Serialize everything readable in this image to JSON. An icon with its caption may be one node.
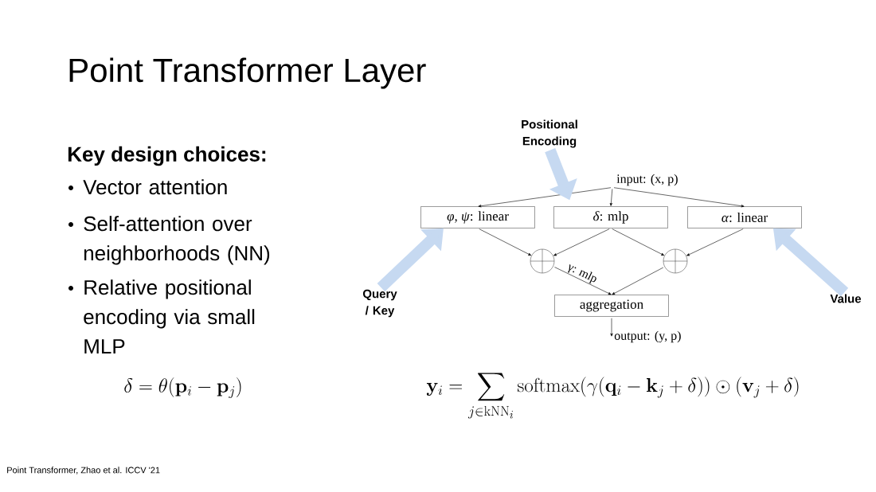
{
  "diagram": {
    "title": "Point Transformer Layer",
    "nodes": [
      {
        "text": [
          "input: (x, p)"
        ]
      },
      {
        "text": [
          "*φ, ψ*: linear"
        ]
      },
      {
        "text": [
          "*δ*: mlp"
        ]
      },
      {
        "text": [
          "*α*: linear"
        ]
      },
      {
        "text": [],
        "shape": "circle"
      },
      {
        "text": [],
        "shape": "circle"
      },
      {
        "text": [
          "aggregation"
        ]
      },
      {
        "text": [
          "output: (y, p)"
        ]
      },
      {
        "text": [
          "Positional Encoding"
        ]
      },
      {
        "text": [
          "Query / Key"
        ]
      },
      {
        "text": [
          "Value"
        ]
      }
    ],
    "edges": [
      {
        "from": 0,
        "to": 1,
        "arrow": "to"
      },
      {
        "from": 0,
        "to": 2,
        "arrow": "to"
      },
      {
        "from": 0,
        "to": 3,
        "arrow": "to"
      },
      {
        "from": 1,
        "to": 4,
        "arrow": "to"
      },
      {
        "from": 2,
        "to": 4,
        "arrow": "to"
      },
      {
        "from": 2,
        "to": 5,
        "arrow": "to"
      },
      {
        "from": 3,
        "to": 5,
        "arrow": "to"
      },
      {
        "from": 4,
        "to": 6,
        "arrow": "to",
        "label": "γ: mlp"
      },
      {
        "from": 5,
        "to": 6,
        "arrow": "to"
      },
      {
        "from": 6,
        "to": 7,
        "arrow": "to"
      },
      {
        "from": 8,
        "to": 2,
        "arrow": "to",
        "style": "thick",
        "color": "#c6d9f1"
      },
      {
        "from": 9,
        "to": 1,
        "arrow": "to",
        "style": "thick",
        "color": "#c6d9f1"
      },
      {
        "from": 10,
        "to": 3,
        "arrow": "to",
        "style": "thick",
        "color": "#c6d9f1"
      }
    ],
    "labels": [
      "Key design choices:",
      "Vector attention",
      "Self-attention over neighborhoods (NN)",
      "Relative positional encoding via small MLP",
      "\\delta = \\theta(\\mathbf{p}_i - \\mathbf{p}_j)",
      "\\mathbf{y}_i = \\sum_{j \\in \\mathrm{kNN}_i} \\mathrm{softmax}(\\gamma(\\mathbf{q}_i - \\mathbf{k}_j + \\delta)) \\odot (\\mathbf{v}_j + \\delta)",
      "Point Transformer, Zhao et al. ICCV '21"
    ]
  }
}
